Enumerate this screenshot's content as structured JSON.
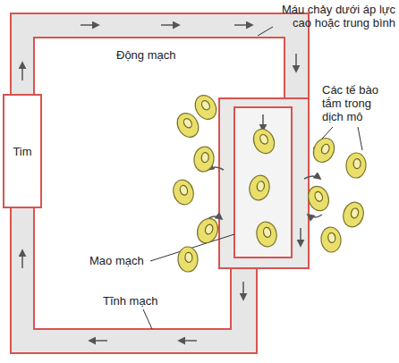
{
  "diagram": {
    "nodes": [
      {
        "text": [
          "Tim"
        ]
      }
    ],
    "labels": [
      "Máu chảy dưới áp lực cao hoặc trung bình",
      "Động mạch",
      "Các tế bào tắm trong dịch mô",
      "Mao mạch",
      "Tĩnh mạch"
    ]
  }
}
